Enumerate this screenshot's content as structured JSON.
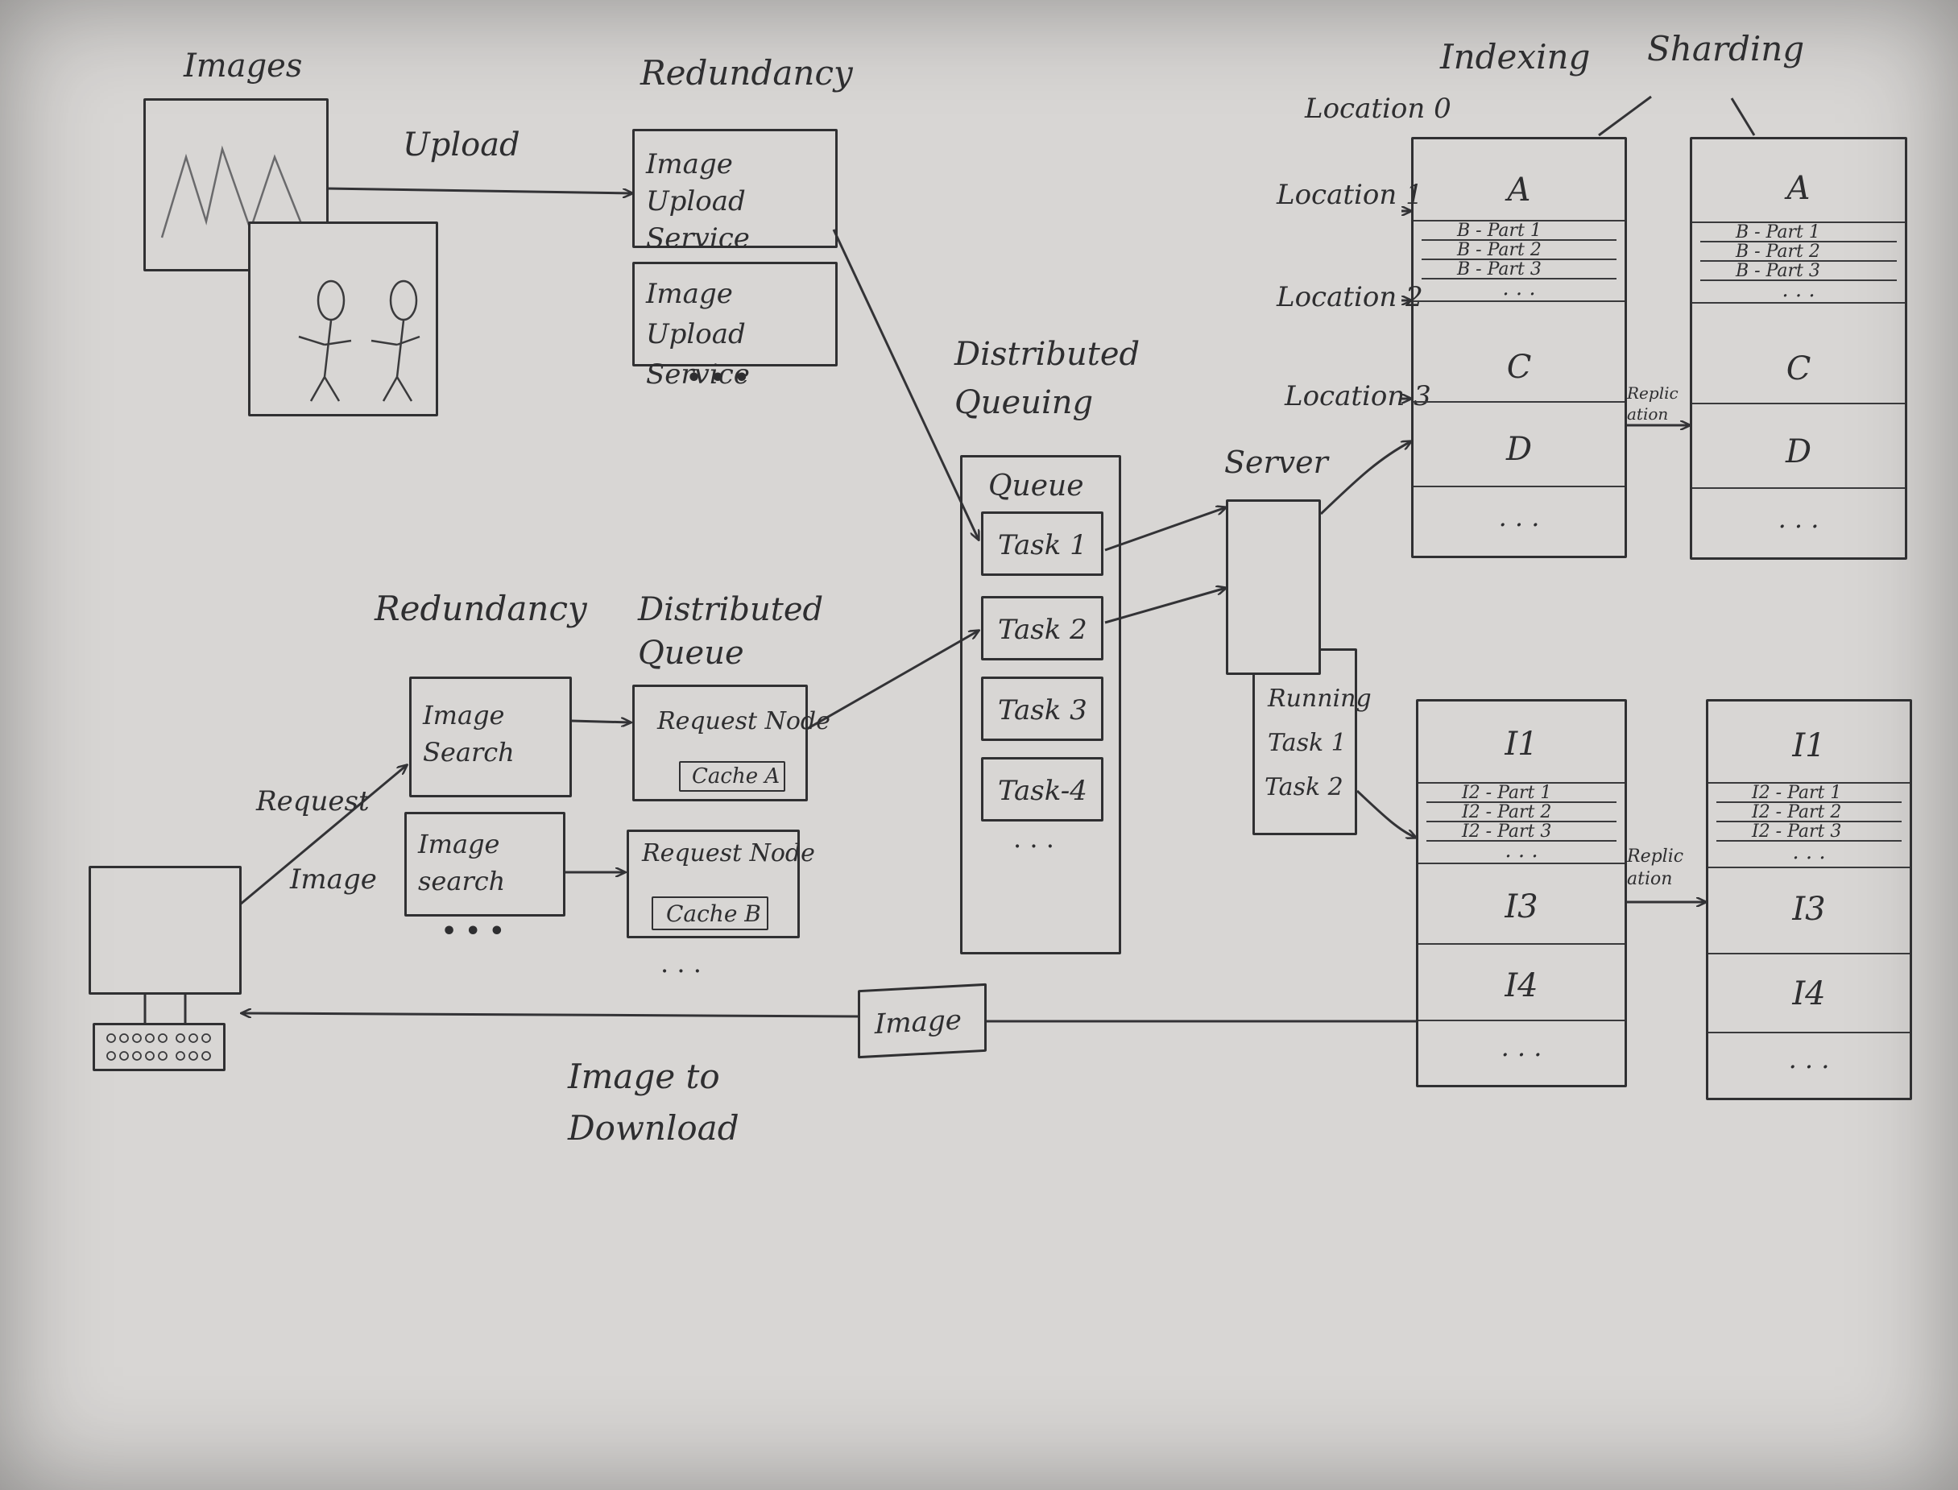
{
  "upload_section": {
    "images_label": "Images",
    "upload_label": "Upload",
    "redundancy_label": "Redundancy",
    "service_1": "Image Upload Service",
    "service_2": "Image Upload Service",
    "ellipsis": "• • •"
  },
  "queue_section": {
    "title": "Distributed Queuing",
    "queue_label": "Queue",
    "tasks": [
      "Task 1",
      "Task 2",
      "Task 3",
      "Task-4"
    ],
    "ellipsis": ". . ."
  },
  "server_section": {
    "server_label": "Server",
    "running_label": "Running",
    "running_tasks": [
      "Task 1",
      "Task 2"
    ]
  },
  "search_section": {
    "redundancy_label": "Redundancy",
    "dq_label": "Distributed Queue",
    "request_label": "Request",
    "image_label": "Image",
    "search_1": "Image Search",
    "search_2": "Image search",
    "search_ellipsis": "• • •",
    "node_1": "Request Node",
    "cache_a": "Cache A",
    "node_2": "Request Node",
    "cache_b": "Cache B",
    "node_ellipsis": ". . ."
  },
  "download_section": {
    "image_box_label": "Image",
    "download_label": "Image to Download"
  },
  "index_section": {
    "indexing_label": "Indexing",
    "sharding_label": "Sharding",
    "locations": [
      "Location 0",
      "Location 1",
      "Location 2",
      "Location 3"
    ],
    "replication_label_top": "Replication",
    "replication_label_bottom": "Replication",
    "top_primary": {
      "a": "A",
      "parts": [
        "B - Part 1",
        "B - Part 2",
        "B - Part 3"
      ],
      "c": "C",
      "d": "D",
      "more": ". . ."
    },
    "top_replica": {
      "a": "A",
      "parts": [
        "B - Part 1",
        "B - Part 2",
        "B - Part 3"
      ],
      "c": "C",
      "d": "D",
      "more": ". . ."
    },
    "bottom_primary": {
      "i1": "I1",
      "parts": [
        "I2 - Part 1",
        "I2 - Part 2",
        "I2 - Part 3"
      ],
      "i3": "I3",
      "i4": "I4",
      "more": ". . ."
    },
    "bottom_replica": {
      "i1": "I1",
      "parts": [
        "I2 - Part 1",
        "I2 - Part 2",
        "I2 - Part 3"
      ],
      "i3": "I3",
      "i4": "I4",
      "more": ". . ."
    }
  },
  "colors": {
    "paper": "#d8d6d4",
    "ink": "#303032",
    "background": "#3b3936"
  }
}
